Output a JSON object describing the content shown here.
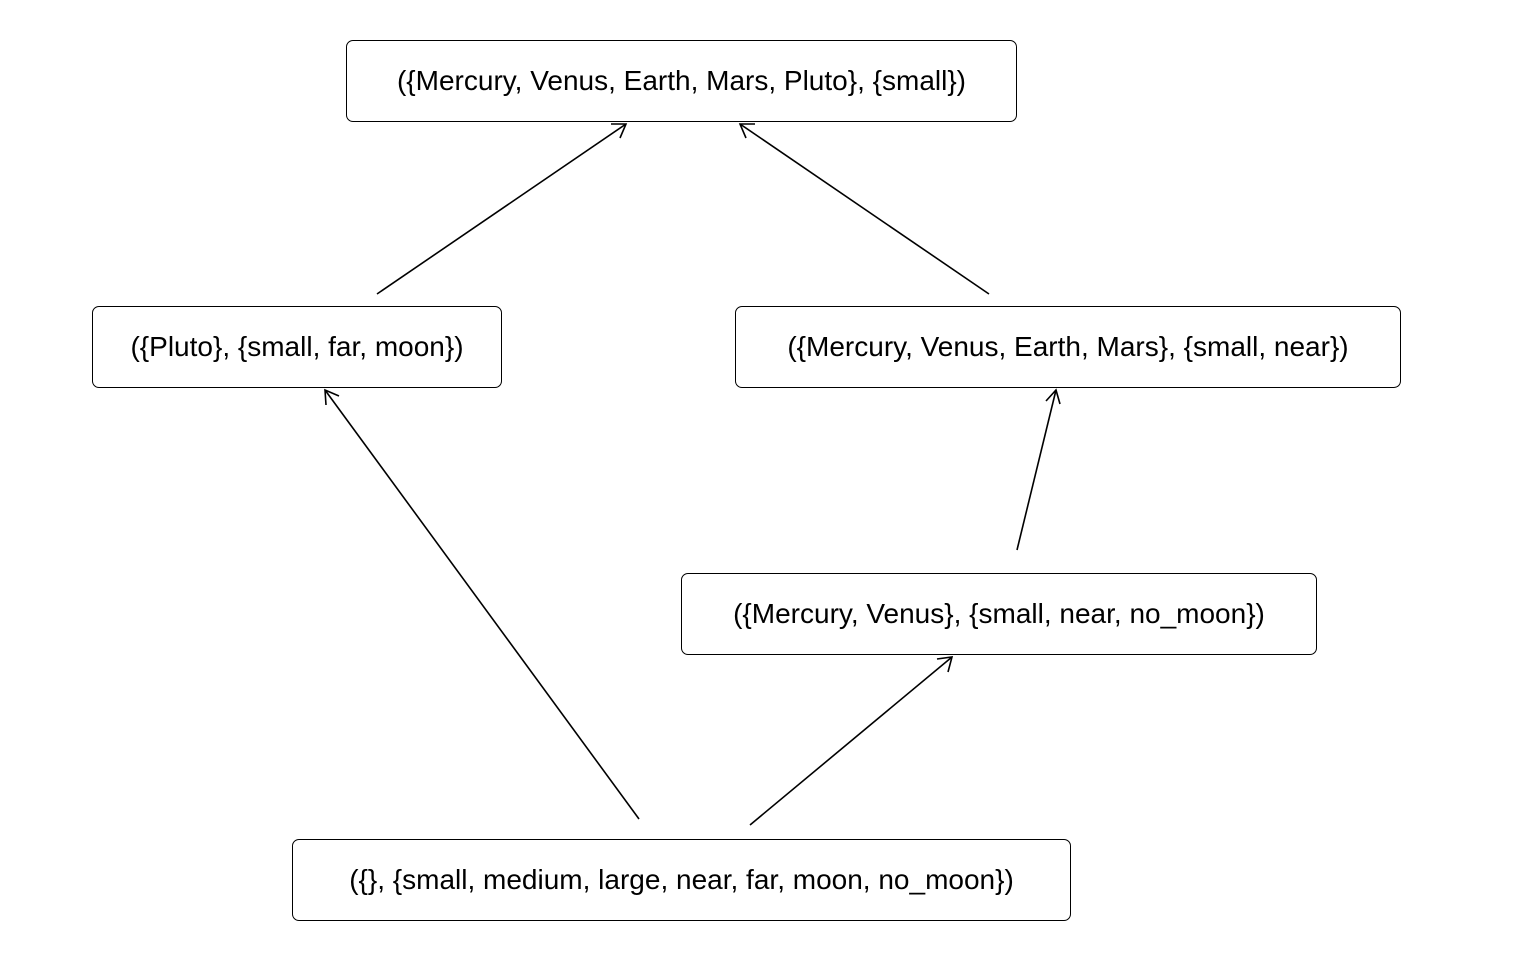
{
  "diagram": {
    "nodes": {
      "top": {
        "label": "({Mercury, Venus, Earth, Mars, Pluto}, {small})"
      },
      "left": {
        "label": "({Pluto}, {small, far, moon})"
      },
      "right": {
        "label": "({Mercury, Venus, Earth, Mars}, {small, near})"
      },
      "mid": {
        "label": "({Mercury, Venus}, {small, near, no_moon})"
      },
      "bottom": {
        "label": "({}, {small, medium, large, near, far, moon, no_moon})"
      }
    },
    "edges": [
      {
        "from": "left",
        "to": "top"
      },
      {
        "from": "right",
        "to": "top"
      },
      {
        "from": "mid",
        "to": "right"
      },
      {
        "from": "bottom",
        "to": "left"
      },
      {
        "from": "bottom",
        "to": "mid"
      }
    ]
  }
}
